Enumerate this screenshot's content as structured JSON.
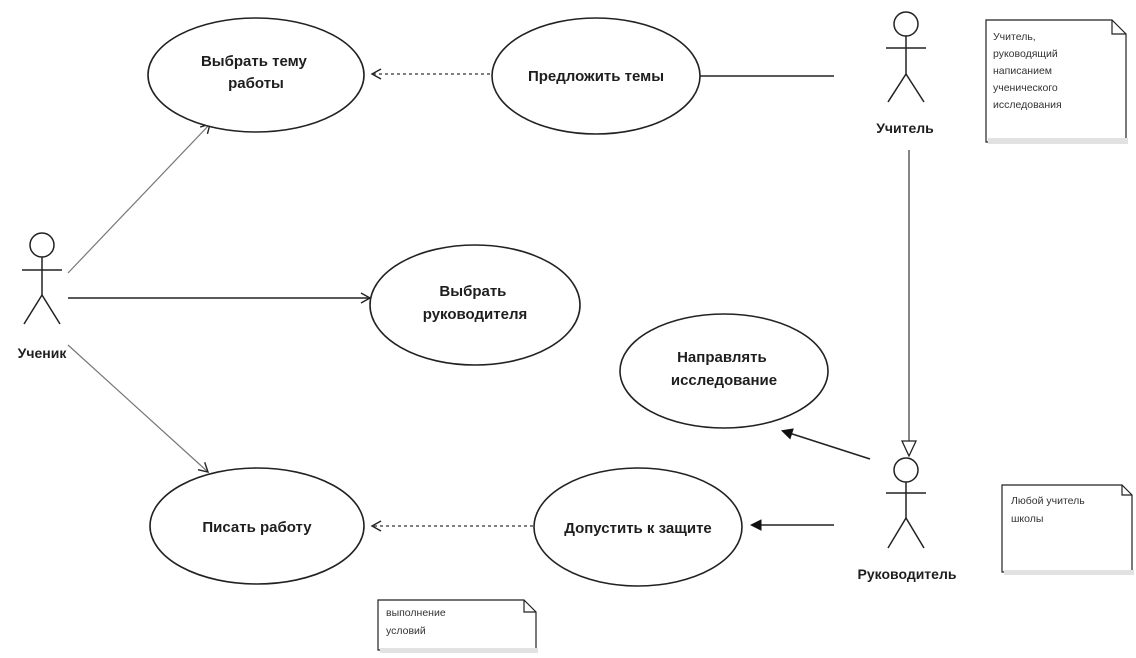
{
  "use_cases": {
    "choose_topic": [
      "Выбрать тему",
      "работы"
    ],
    "propose_topics": [
      "Предложить темы"
    ],
    "choose_supervisor": [
      "Выбрать",
      "руководителя"
    ],
    "guide_research": [
      "Направлять",
      "исследование"
    ],
    "write_work": [
      "Писать работу"
    ],
    "admit_defense": [
      "Допустить к защите"
    ]
  },
  "actors": {
    "student": "Ученик",
    "teacher": "Учитель",
    "supervisor": "Руководитель"
  },
  "notes": {
    "teacher_note": [
      "Учитель,",
      "руководящий",
      "написанием",
      "ученического",
      "исследования"
    ],
    "supervisor_note": [
      "Любой учитель",
      "школы"
    ],
    "conditions_note": [
      "выполнение",
      "условий"
    ]
  }
}
